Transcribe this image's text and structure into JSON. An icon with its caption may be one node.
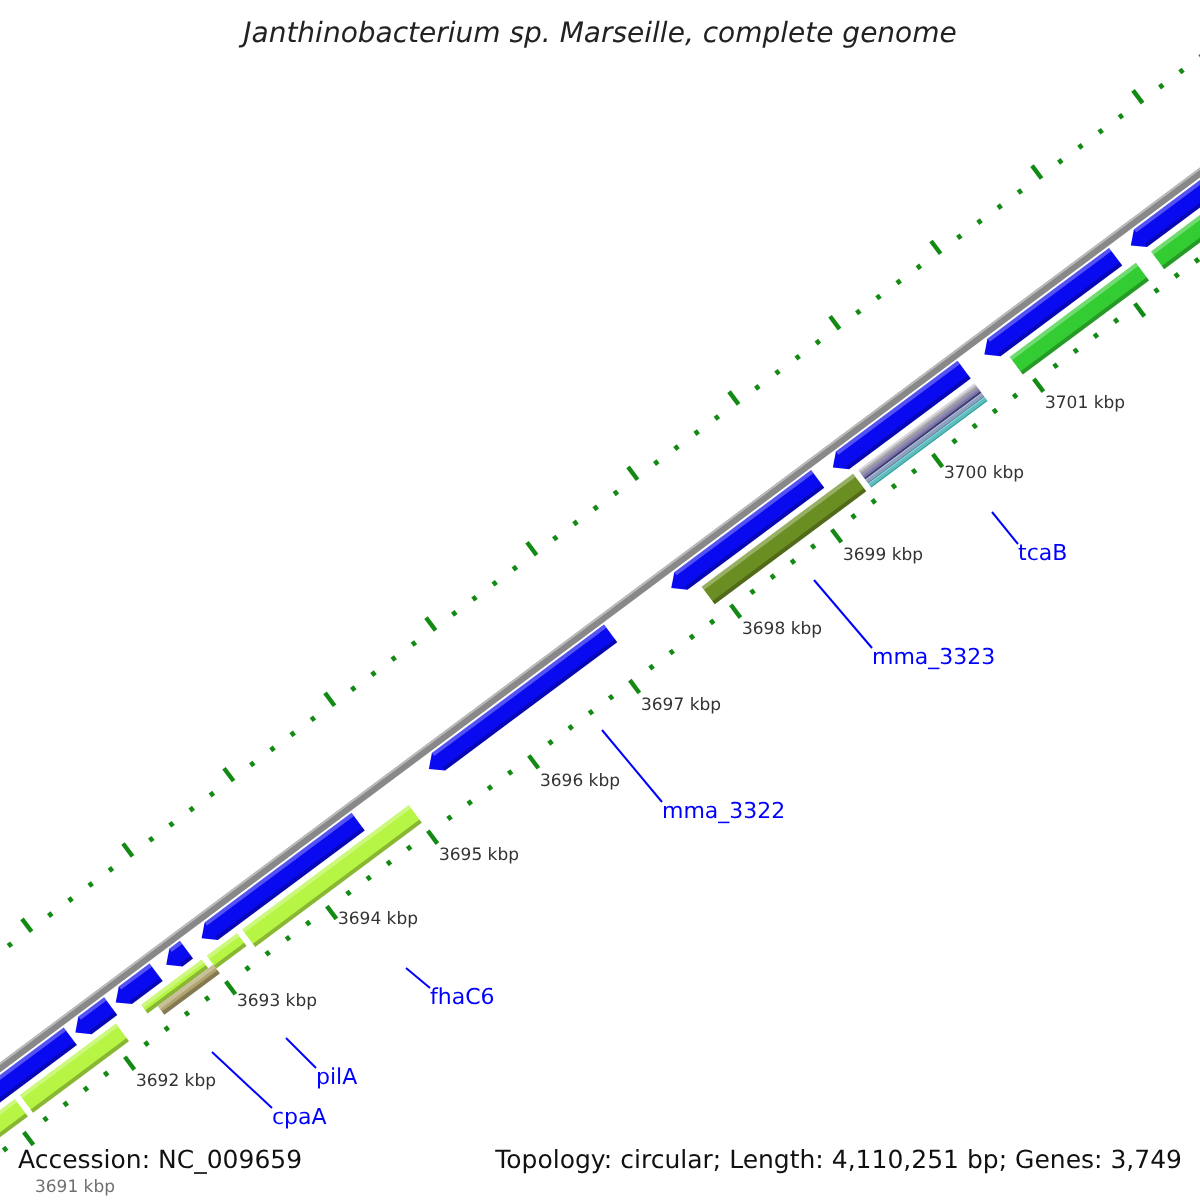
{
  "diagram": {
    "title": "Janthinobacterium sp. Marseille, complete genome",
    "nodes": [
      {
        "text": [
          "tcaB"
        ]
      },
      {
        "text": [
          "mma_3323"
        ]
      },
      {
        "text": [
          "mma_3322"
        ]
      },
      {
        "text": [
          "fhaC6"
        ]
      },
      {
        "text": [
          "pilA"
        ]
      },
      {
        "text": [
          "cpaA"
        ]
      }
    ],
    "edges": [
      {
        "from": 0,
        "to": null,
        "arrow": "none"
      },
      {
        "from": 1,
        "to": null,
        "arrow": "none"
      },
      {
        "from": 2,
        "to": null,
        "arrow": "none"
      },
      {
        "from": 3,
        "to": null,
        "arrow": "none"
      },
      {
        "from": 4,
        "to": null,
        "arrow": "none"
      },
      {
        "from": 5,
        "to": null,
        "arrow": "none"
      }
    ],
    "labels": [
      "3701 kbp",
      "3700 kbp",
      "3699 kbp",
      "3698 kbp",
      "3697 kbp",
      "3696 kbp",
      "3695 kbp",
      "3694 kbp",
      "3693 kbp",
      "3692 kbp",
      "3691 kbp",
      "Accession: NC_009659",
      "Topology: circular; Length: 4,110,251 bp; Genes: 3,749"
    ]
  }
}
